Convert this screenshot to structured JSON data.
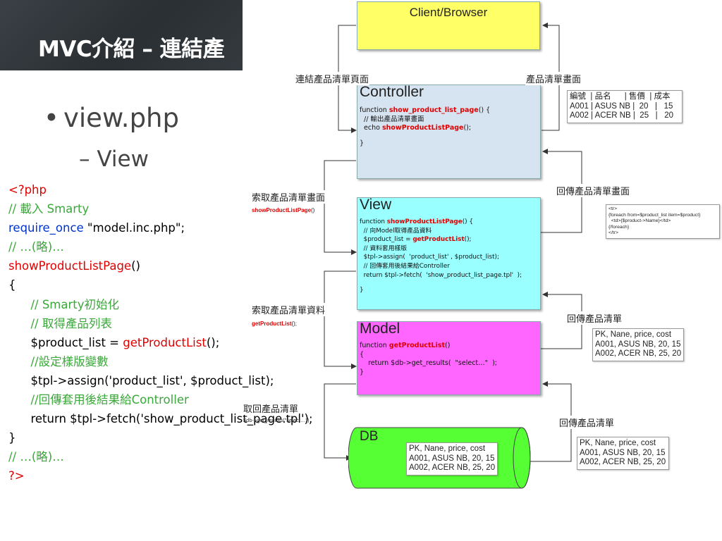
{
  "slide": {
    "title": "MVC介紹 – 連結產",
    "bullet": "view.php",
    "sub_bullet": "– View"
  },
  "code": [
    [
      {
        "t": "<?php",
        "c": "red"
      }
    ],
    [
      {
        "t": "// 載入 Smarty",
        "c": "green"
      }
    ],
    [
      {
        "t": "require_once",
        "c": "blue"
      },
      {
        "t": " \"model.inc.php\";",
        "c": "black"
      }
    ],
    [
      {
        "t": "// …(略)…",
        "c": "green"
      }
    ],
    [
      {
        "t": "showProductListPage",
        "c": "red"
      },
      {
        "t": "()",
        "c": "black"
      }
    ],
    [
      {
        "t": "{",
        "c": "black"
      }
    ],
    [
      {
        "t": "      // Smarty初始化",
        "c": "green"
      }
    ],
    [
      {
        "t": "      // 取得產品列表",
        "c": "green"
      }
    ],
    [
      {
        "t": "      $product_list = ",
        "c": "black"
      },
      {
        "t": "getProductList",
        "c": "red"
      },
      {
        "t": "();",
        "c": "black"
      }
    ],
    [
      {
        "t": "      //設定樣版變數",
        "c": "green"
      }
    ],
    [
      {
        "t": "      $tpl->assign('product_list', $product_list);",
        "c": "black"
      }
    ],
    [
      {
        "t": "      //回傳套用後結果給Controller",
        "c": "green"
      }
    ],
    [
      {
        "t": "      return $tpl->fetch('show_product_list_page.tpl');",
        "c": "black"
      }
    ],
    [
      {
        "t": "}",
        "c": "black"
      }
    ],
    [
      {
        "t": "// …(略)…",
        "c": "green"
      }
    ],
    [
      {
        "t": "?>",
        "c": "red"
      }
    ]
  ],
  "diagram": {
    "client": {
      "title": "Client/Browser",
      "color": "#ffff66"
    },
    "controller": {
      "title": "Controller",
      "color": "#d6e3f0",
      "code": [
        [
          {
            "t": "function "
          },
          {
            "t": "show_product_list_page",
            "hl": true
          },
          {
            "t": "() {"
          }
        ],
        [
          {
            "t": "  // 輸出產品清單畫面"
          }
        ],
        [
          {
            "t": "  echo "
          },
          {
            "t": "showProductListPage",
            "hl": true
          },
          {
            "t": "();"
          }
        ],
        [
          {
            "t": ""
          }
        ],
        [
          {
            "t": "}"
          }
        ]
      ]
    },
    "view": {
      "title": "View",
      "color": "#99ffff",
      "code": [
        [
          {
            "t": "function "
          },
          {
            "t": "showProductListPage",
            "hl": true
          },
          {
            "t": "() {"
          }
        ],
        [
          {
            "t": "  // 向Model取得產品資料"
          }
        ],
        [
          {
            "t": "  $product_list = "
          },
          {
            "t": "getProductList",
            "hl": true
          },
          {
            "t": "();"
          }
        ],
        [
          {
            "t": "  // 資料套用樣版"
          }
        ],
        [
          {
            "t": "  $tpl->assign(  'product_list' , $product_list);"
          }
        ],
        [
          {
            "t": "  // 回傳套用後結果給Controller"
          }
        ],
        [
          {
            "t": "  return $tpl->fetch(  'show_product_list_page.tpl'  );"
          }
        ],
        [
          {
            "t": ""
          }
        ],
        [
          {
            "t": "}"
          }
        ]
      ]
    },
    "model": {
      "title": "Model",
      "color": "#ff66ff",
      "code": [
        [
          {
            "t": "function "
          },
          {
            "t": "getProductList",
            "hl": true
          },
          {
            "t": "()"
          }
        ],
        [
          {
            "t": "{"
          }
        ],
        [
          {
            "t": "    return $db->get_results(  \"select…\"  );"
          }
        ],
        [
          {
            "t": "}"
          }
        ]
      ]
    },
    "db": {
      "title": "DB",
      "color": "#55ff33",
      "table": [
        "PK, Nane, price, cost",
        "A001, ASUS NB, 20, 15",
        "A002, ACER NB, 25, 20"
      ]
    },
    "controller_output_table": [
      "編號  | 品名      | 售價  | 成本",
      "A001 | ASUS NB |  20   |   15",
      "A002 | ACER NB |  25   |   20"
    ],
    "view_template": [
      "<tr>",
      "{foreach from=$product_list item=$product}",
      "  <td>{$product->Name}</td>",
      "{/foreach}",
      "</tr>"
    ],
    "model_result": [
      "PK, Nane, price, cost",
      "A001, ASUS NB, 20, 15",
      "A002, ACER NB, 25, 20"
    ],
    "db_result": [
      "PK, Nane, price, cost",
      "A001, ASUS NB, 20, 15",
      "A002, ACER NB, 25, 20"
    ],
    "edges": {
      "client_to_controller": "連結產品清單頁面",
      "controller_to_client": "產品清單畫面",
      "controller_to_view": "索取產品清單畫面",
      "controller_to_view_call": "showProductListPage",
      "controller_to_view_call_suffix": "()",
      "view_to_controller": "回傳產品清單畫面",
      "view_to_model": "索取產品清單資料",
      "view_to_model_call": "getProductList",
      "view_to_model_call_suffix": "();",
      "model_to_view": "回傳產品清單",
      "model_to_db": "取回產品清單",
      "model_to_db_call": "$db->get_results(\"select…\")",
      "db_to_model": "回傳產品清單"
    }
  }
}
